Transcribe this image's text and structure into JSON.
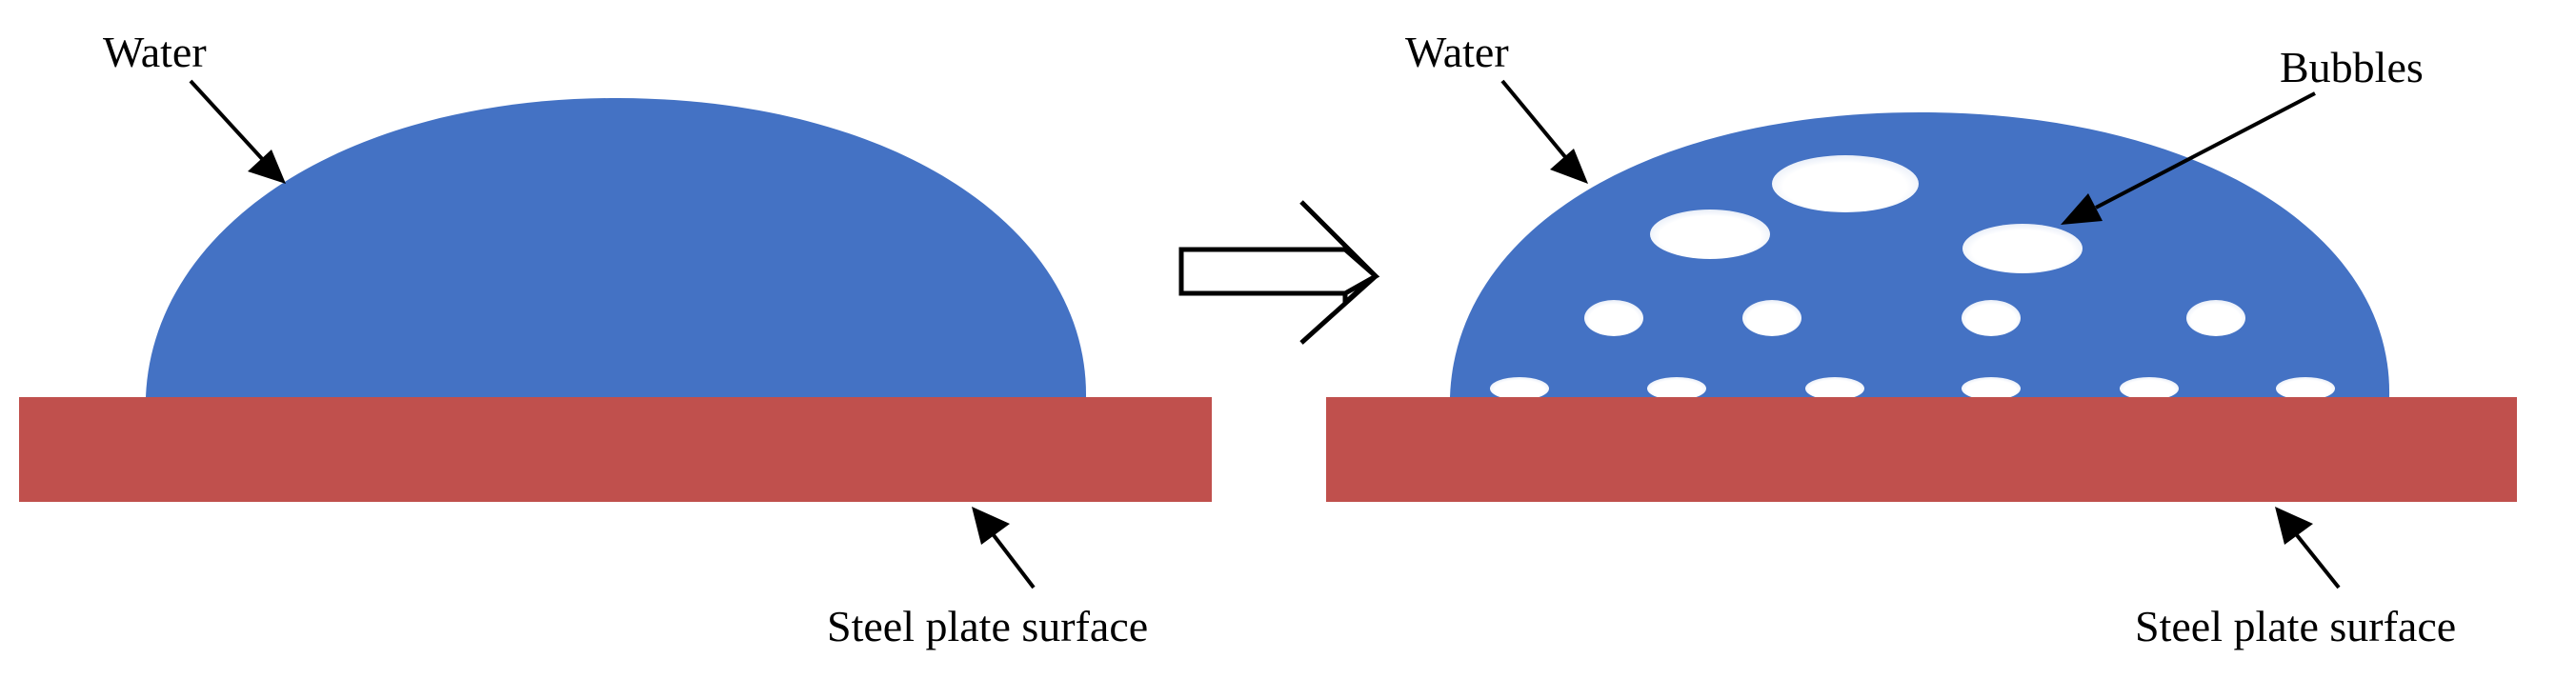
{
  "colors": {
    "water": "#4472c4",
    "steel": "#c0504d",
    "bubble": "#ffffff",
    "bubble_edge": "#c8d4ec",
    "arrow": "#000000",
    "background": "#ffffff"
  },
  "icons": {
    "transition": "hollow-right-arrow-icon",
    "pointer": "pointer-arrow-icon"
  },
  "left_panel": {
    "water_label": "Water",
    "surface_label": "Steel plate surface"
  },
  "right_panel": {
    "water_label": "Water",
    "bubbles_label": "Bubbles",
    "surface_label": "Steel plate surface"
  }
}
